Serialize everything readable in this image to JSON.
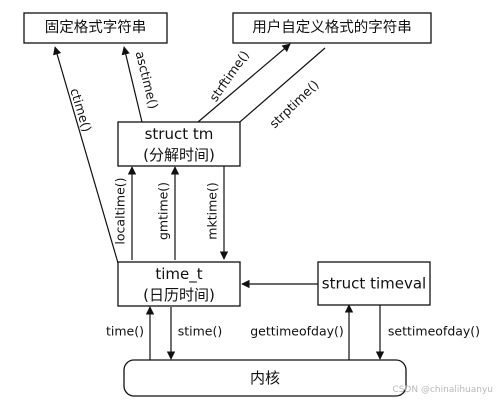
{
  "nodes": {
    "fixed_format_string": "固定格式字符串",
    "user_format_string": "用户自定义格式的字符串",
    "struct_tm": {
      "line1": "struct tm",
      "line2": "(分解时间)"
    },
    "time_t": {
      "line1": "time_t",
      "line2": "(日历时间)"
    },
    "struct_timeval": "struct timeval",
    "kernel": "内核"
  },
  "edges": {
    "ctime": "ctime()",
    "asctime": "asctime()",
    "strftime": "strftime()",
    "strptime": "strptime()",
    "localtime": "localtime()",
    "gmtime": "gmtime()",
    "mktime": "mktime()",
    "time": "time()",
    "stime": "stime()",
    "gettimeofday": "gettimeofday()",
    "settimeofday": "settimeofday()"
  },
  "watermark": "CSDN @chinalihuanyu"
}
